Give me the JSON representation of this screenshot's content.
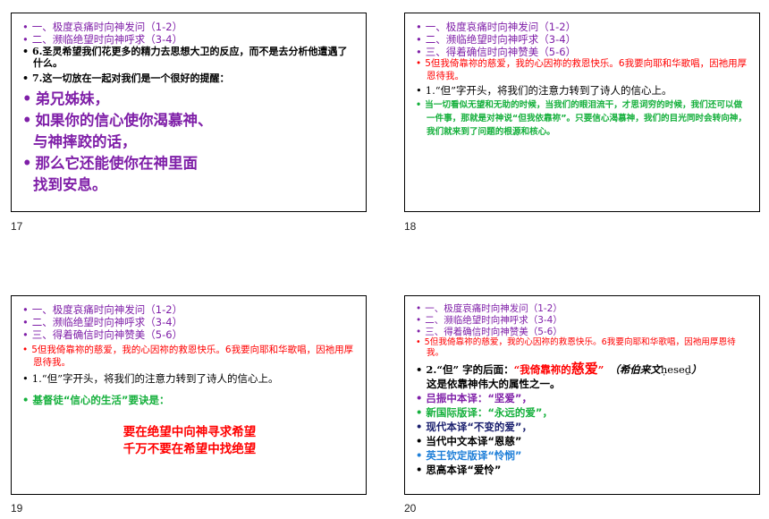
{
  "slides": [
    {
      "number": "17",
      "lines": [
        "一、极度哀痛时向神发问（1-2）",
        "二、濒临绝望时向神呼求（3-4）",
        "6.圣灵希望我们花更多的精力去思想大卫的反应，而不是去分析他遭遇了什么。",
        "7.这一切放在一起对我们是一个很好的提醒：",
        "弟兄姊妹，",
        "如果你的信心使你渴慕神、",
        "与神摔跤的话，",
        "那么它还能使你在神里面",
        "找到安息。"
      ]
    },
    {
      "number": "18",
      "lines": [
        "一、极度哀痛时向神发问（1-2）",
        "二、濒临绝望时向神呼求（3-4）",
        "三、得着确信时向神赞美（5-6）",
        "5但我倚靠祢的慈爱，我的心因祢的救恩快乐。6我要向耶和华歌唱，因祂用厚恩待我。",
        "1.“但”字开头，将我们的注意力转到了诗人的信心上。",
        "当一切看似无望和无助的时候，当我们的眼泪流干，才思词穷的时候，我们还可以做一件事，那就是对神说“但我依靠祢”。只要信心渴慕神，我们的目光同时会转向神，我们就来到了问题的根源和核心。"
      ]
    },
    {
      "number": "19",
      "lines": [
        "一、极度哀痛时向神发问（1-2）",
        "二、濒临绝望时向神呼求（3-4）",
        "三、得着确信时向神赞美（5-6）",
        "5但我倚靠祢的慈爱，我的心因祢的救恩快乐。6我要向耶和华歌唱，因祂用厚恩待我。",
        "1.“但”字开头，将我们的注意力转到了诗人的信心上。",
        "基督徒“信心的生活”要诀是：",
        "要在绝望中向神寻求希望",
        "千万不要在希望中找绝望"
      ]
    },
    {
      "number": "20",
      "lines": [
        "一、极度哀痛时向神发问（1-2）",
        "二、濒临绝望时向神呼求（3-4）",
        "三、得着确信时向神赞美（5-6）",
        "5但我倚靠祢的慈爱，我的心因祢的救恩快乐。6我要向耶和华歌唱，因祂用厚恩待我。",
        "2.“但” 字的后面：",
        "“我倚靠祢的",
        "慈爱",
        "”",
        "（希伯来文",
        "ḥeseḏ",
        "）",
        "这是依靠神伟大的属性之一。",
        "吕振中本译：“坚爱”，",
        "新国际版译：“永远的爱”，",
        "现代本译“不变的爱”，",
        "当代中文本译“恩慈”",
        "英王钦定版译“怜悯”",
        "思高本译“爱怜”"
      ]
    }
  ],
  "bullet": "•"
}
